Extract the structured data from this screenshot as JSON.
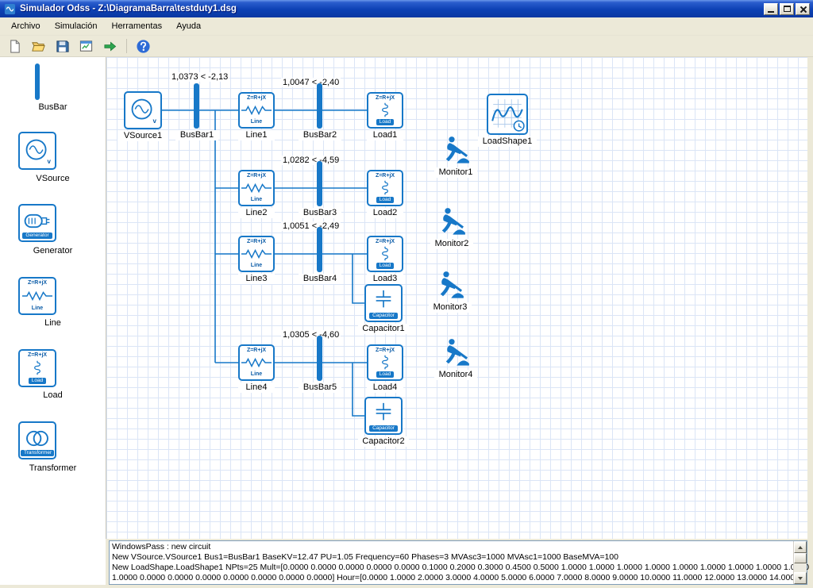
{
  "window": {
    "title": "Simulador Odss - Z:\\DiagramaBarra\\testduty1.dsg"
  },
  "menu": {
    "items": [
      "Archivo",
      "Simulación",
      "Herramentas",
      "Ayuda"
    ]
  },
  "palette": {
    "items": [
      "BusBar",
      "VSource",
      "Generator",
      "Line",
      "Load",
      "Transformer"
    ]
  },
  "glyphs": {
    "impedance": "Z=R+jX",
    "line_tag": "Line",
    "load_tag": "Load",
    "capacitor_tag": "Capacitor",
    "generator_tag": "Generator",
    "transformer_tag": "Transformer",
    "vsource_v": "v"
  },
  "canvas": {
    "voltage_labels": [
      "1,0373 < -2,13",
      "1,0047 < -2,40",
      "1,0282 < -4,59",
      "1,0051 < -2,49",
      "1,0305 < -4,60"
    ],
    "nodes": {
      "vsource1": "VSource1",
      "busbar1": "BusBar1",
      "line1": "Line1",
      "busbar2": "BusBar2",
      "load1": "Load1",
      "loadshape1": "LoadShape1",
      "monitor1": "Monitor1",
      "line2": "Line2",
      "busbar3": "BusBar3",
      "load2": "Load2",
      "monitor2": "Monitor2",
      "line3": "Line3",
      "busbar4": "BusBar4",
      "load3": "Load3",
      "capacitor1": "Capacitor1",
      "monitor3": "Monitor3",
      "line4": "Line4",
      "busbar5": "BusBar5",
      "load4": "Load4",
      "capacitor2": "Capacitor2",
      "monitor4": "Monitor4"
    }
  },
  "log": {
    "lines": [
      "WindowsPass : new circuit",
      "New VSource.VSource1 Bus1=BusBar1 BaseKV=12.47 PU=1.05 Frequency=60 Phases=3 MVAsc3=1000 MVAsc1=1000 BaseMVA=100",
      "New LoadShape.LoadShape1 NPts=25 Mult=[0.0000 0.0000 0.0000 0.0000 0.0000 0.1000 0.2000 0.3000 0.4500 0.5000 1.0000 1.0000 1.0000 1.0000 1.0000 1.0000 1.0000 1.0000 1.0000",
      "1.0000 0.0000 0.0000 0.0000 0.0000 0.0000 0.0000 0.0000] Hour=[0.0000 1.0000 2.0000 3.0000 4.0000 5.0000 6.0000 7.0000 8.0000 9.0000 10.0000 11.0000 12.0000 13.0000 14.0000"
    ]
  },
  "colors": {
    "accent": "#1778C8",
    "grid": "#dbe5f6",
    "chrome": "#ECE9D8"
  }
}
